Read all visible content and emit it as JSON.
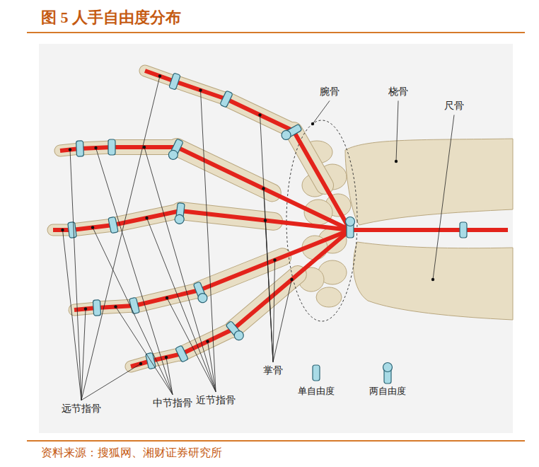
{
  "diagram": {
    "title": "图 5 人手自由度分布",
    "caption": "资料来源：搜狐网、湘财证券研究所",
    "labels": [
      "腕骨",
      "桡骨",
      "尺骨",
      "远节指骨",
      "中节指骨",
      "近节指骨",
      "掌骨"
    ],
    "legend": [
      {
        "text": "单自由度"
      },
      {
        "text": "两自由度"
      }
    ]
  }
}
